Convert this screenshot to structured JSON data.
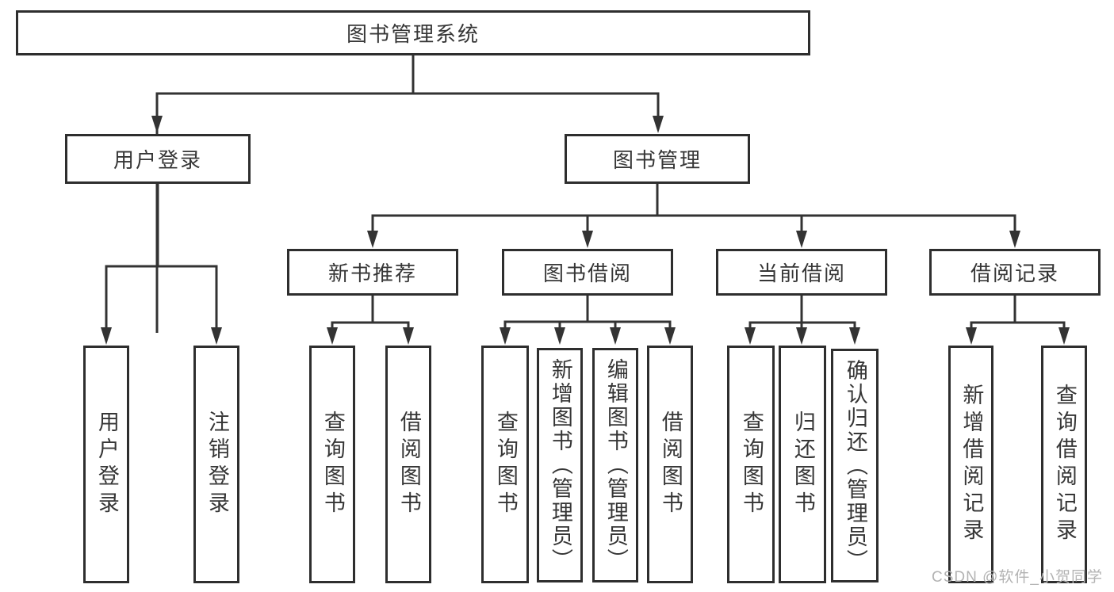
{
  "diagram": {
    "nodes": {
      "root": "图书管理系统",
      "user_login": "用户登录",
      "book_mgmt": "图书管理",
      "new_book_rec": "新书推荐",
      "book_borrow": "图书借阅",
      "current_borrow": "当前借阅",
      "borrow_records": "借阅记录",
      "leaf_user_login": "用户登录",
      "leaf_logout": "注销登录",
      "leaf_nbr_query_books": "查询图书",
      "leaf_nbr_borrow_books": "借阅图书",
      "leaf_bb_query_books": "查询图书",
      "leaf_bb_add_books": "新增图书（管理员）",
      "leaf_bb_edit_books": "编辑图书（管理员）",
      "leaf_bb_borrow_books": "借阅图书",
      "leaf_cb_query_books": "查询图书",
      "leaf_cb_return_books": "归还图书",
      "leaf_cb_confirm_return": "确认归还（管理员）",
      "leaf_br_add_record": "新增借阅记录",
      "leaf_br_query_record": "查询借阅记录"
    },
    "colors": {
      "line": "#333333",
      "box_border": "#2e2e2e",
      "text": "#363636",
      "background": "#ffffff",
      "watermark": "#b3b3b3"
    }
  },
  "watermark": {
    "text": "CSDN @软件_小贺同学"
  }
}
